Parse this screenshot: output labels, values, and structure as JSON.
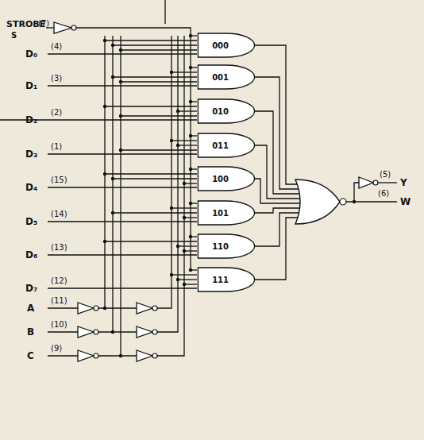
{
  "diagram": {
    "nodes": [
      {
        "text": [
          "000"
        ]
      },
      {
        "text": [
          "001"
        ]
      },
      {
        "text": [
          "010"
        ]
      },
      {
        "text": [
          "011"
        ]
      },
      {
        "text": [
          "100"
        ]
      },
      {
        "text": [
          "101"
        ]
      },
      {
        "text": [
          "110"
        ]
      },
      {
        "text": [
          "111"
        ]
      }
    ],
    "labels": [
      "STROBE",
      "(7)",
      "S",
      "D₀",
      "(4)",
      "D₁",
      "(3)",
      "D₂",
      "(2)",
      "D₃",
      "(1)",
      "D₄",
      "(15)",
      "D₅",
      "(14)",
      "D₆",
      "(13)",
      "D₇",
      "(12)",
      "A",
      "(11)",
      "B",
      "(10)",
      "C",
      "(9)",
      "Y",
      "(5)",
      "W",
      "(6)"
    ]
  }
}
